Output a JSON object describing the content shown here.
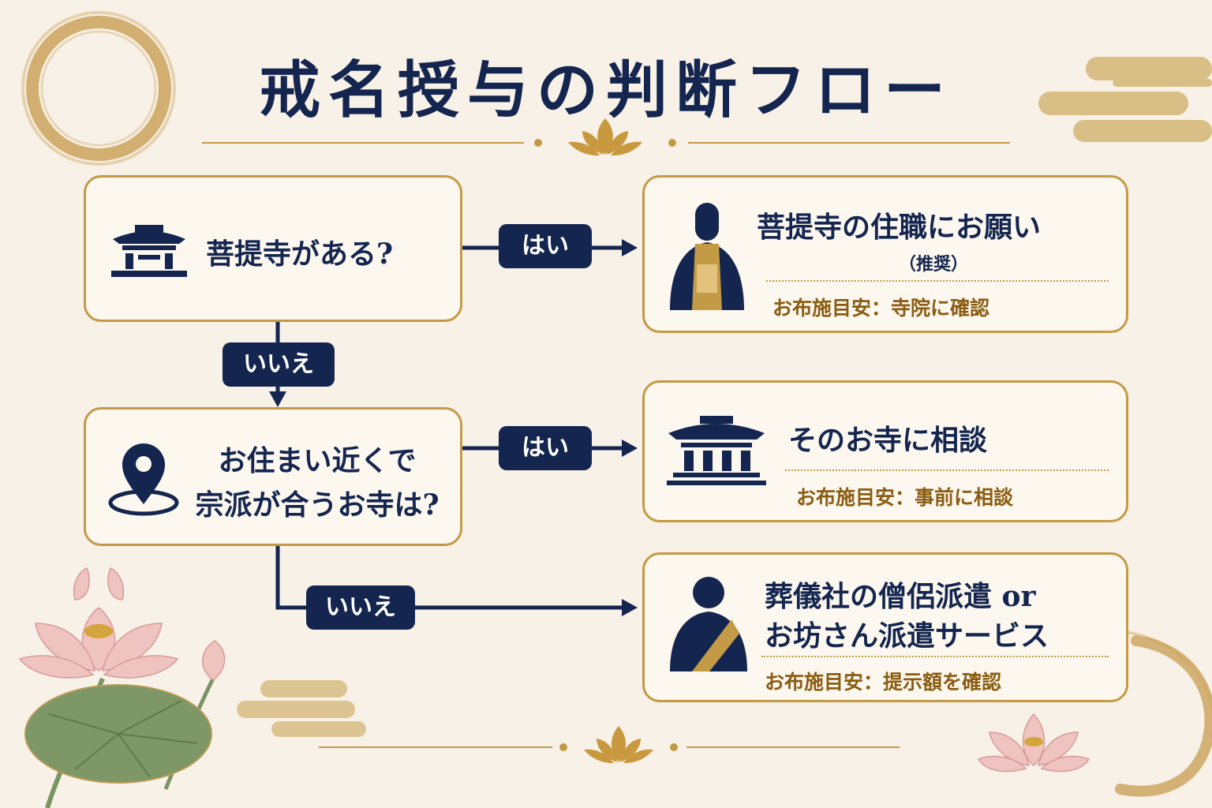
{
  "title": "戒名授与の判断フロー",
  "nodes": {
    "q1": {
      "text": "菩提寺がある?",
      "icon": "temple-icon"
    },
    "q2": {
      "line1": "お住まい近くで",
      "line2": "宗派が合うお寺は?",
      "icon": "map-pin-icon"
    },
    "r1": {
      "title": "菩提寺の住職にお願い",
      "note": "（推奨）",
      "fee_label": "お布施目安",
      "fee_value": "寺院に確認",
      "icon": "head-priest-icon"
    },
    "r2": {
      "title": "そのお寺に相談",
      "fee_label": "お布施目安",
      "fee_value": "事前に相談",
      "icon": "temple-icon"
    },
    "r3": {
      "line1": "葬儀社の僧侶派遣 or",
      "line2": "お坊さん派遣サービス",
      "fee_label": "お布施目安",
      "fee_value": "提示額を確認",
      "icon": "monk-icon"
    }
  },
  "edges": {
    "yes": "はい",
    "no": "いいえ"
  },
  "colors": {
    "navy": "#14264f",
    "gold": "#c39a45",
    "brown": "#8a5d12",
    "background": "#f8f1e7"
  }
}
